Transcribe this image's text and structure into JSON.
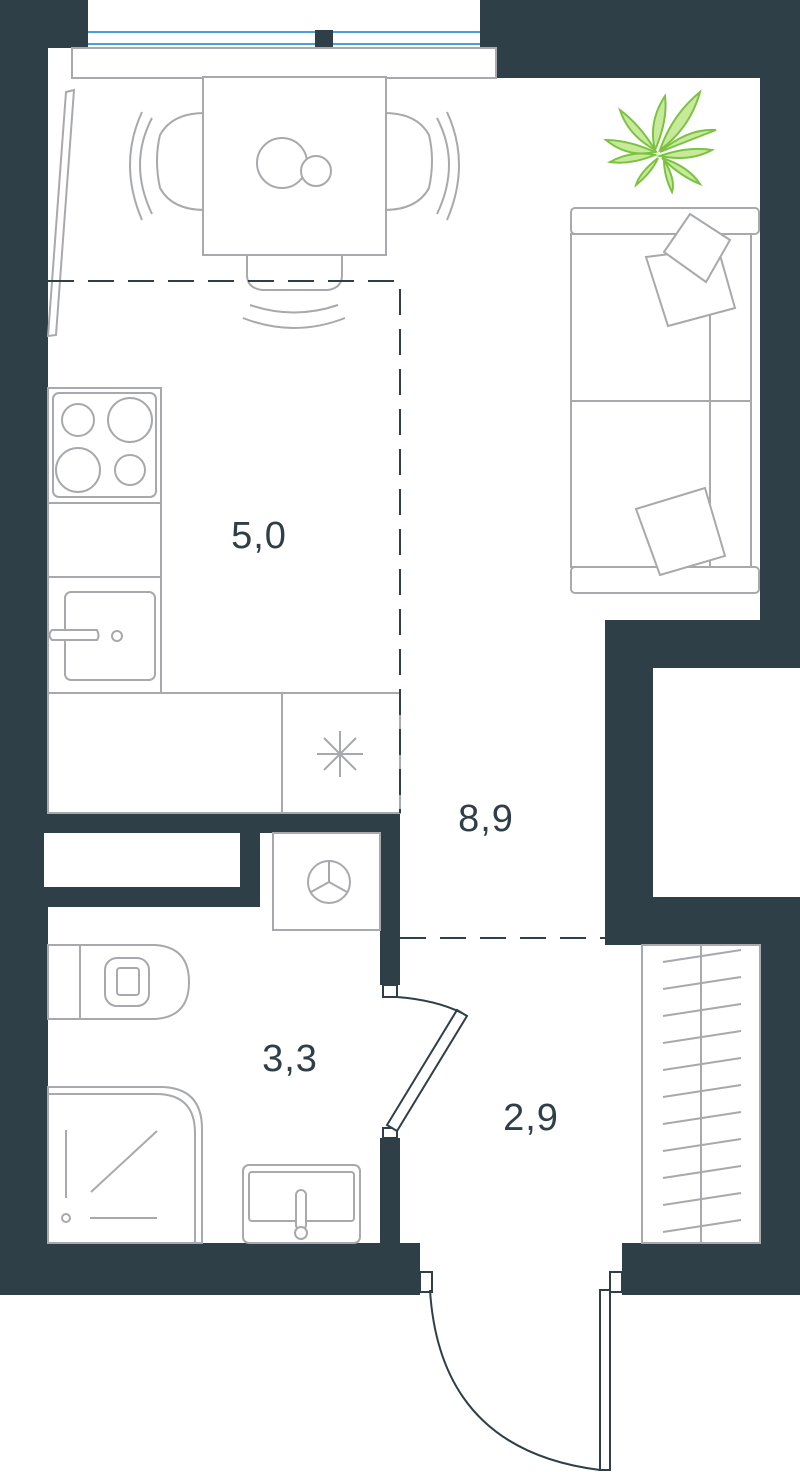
{
  "floorplan": {
    "rooms": [
      {
        "id": "kitchen",
        "area": "5,0"
      },
      {
        "id": "living",
        "area": "8,9"
      },
      {
        "id": "bathroom",
        "area": "3,3"
      },
      {
        "id": "hallway",
        "area": "2,9"
      }
    ],
    "colors": {
      "wall": "#2e3f47",
      "furniture_stroke": "#a7a9ac",
      "plant": "#7cc242",
      "window_glass": "#4a9fd8"
    },
    "icons": [
      "stove-icon",
      "sink-icon",
      "fridge-icon",
      "washer-icon",
      "toilet-icon",
      "shower-icon",
      "bathroom-sink-icon",
      "sofa-icon",
      "dining-table-icon",
      "plant-icon",
      "wardrobe-icon"
    ]
  }
}
